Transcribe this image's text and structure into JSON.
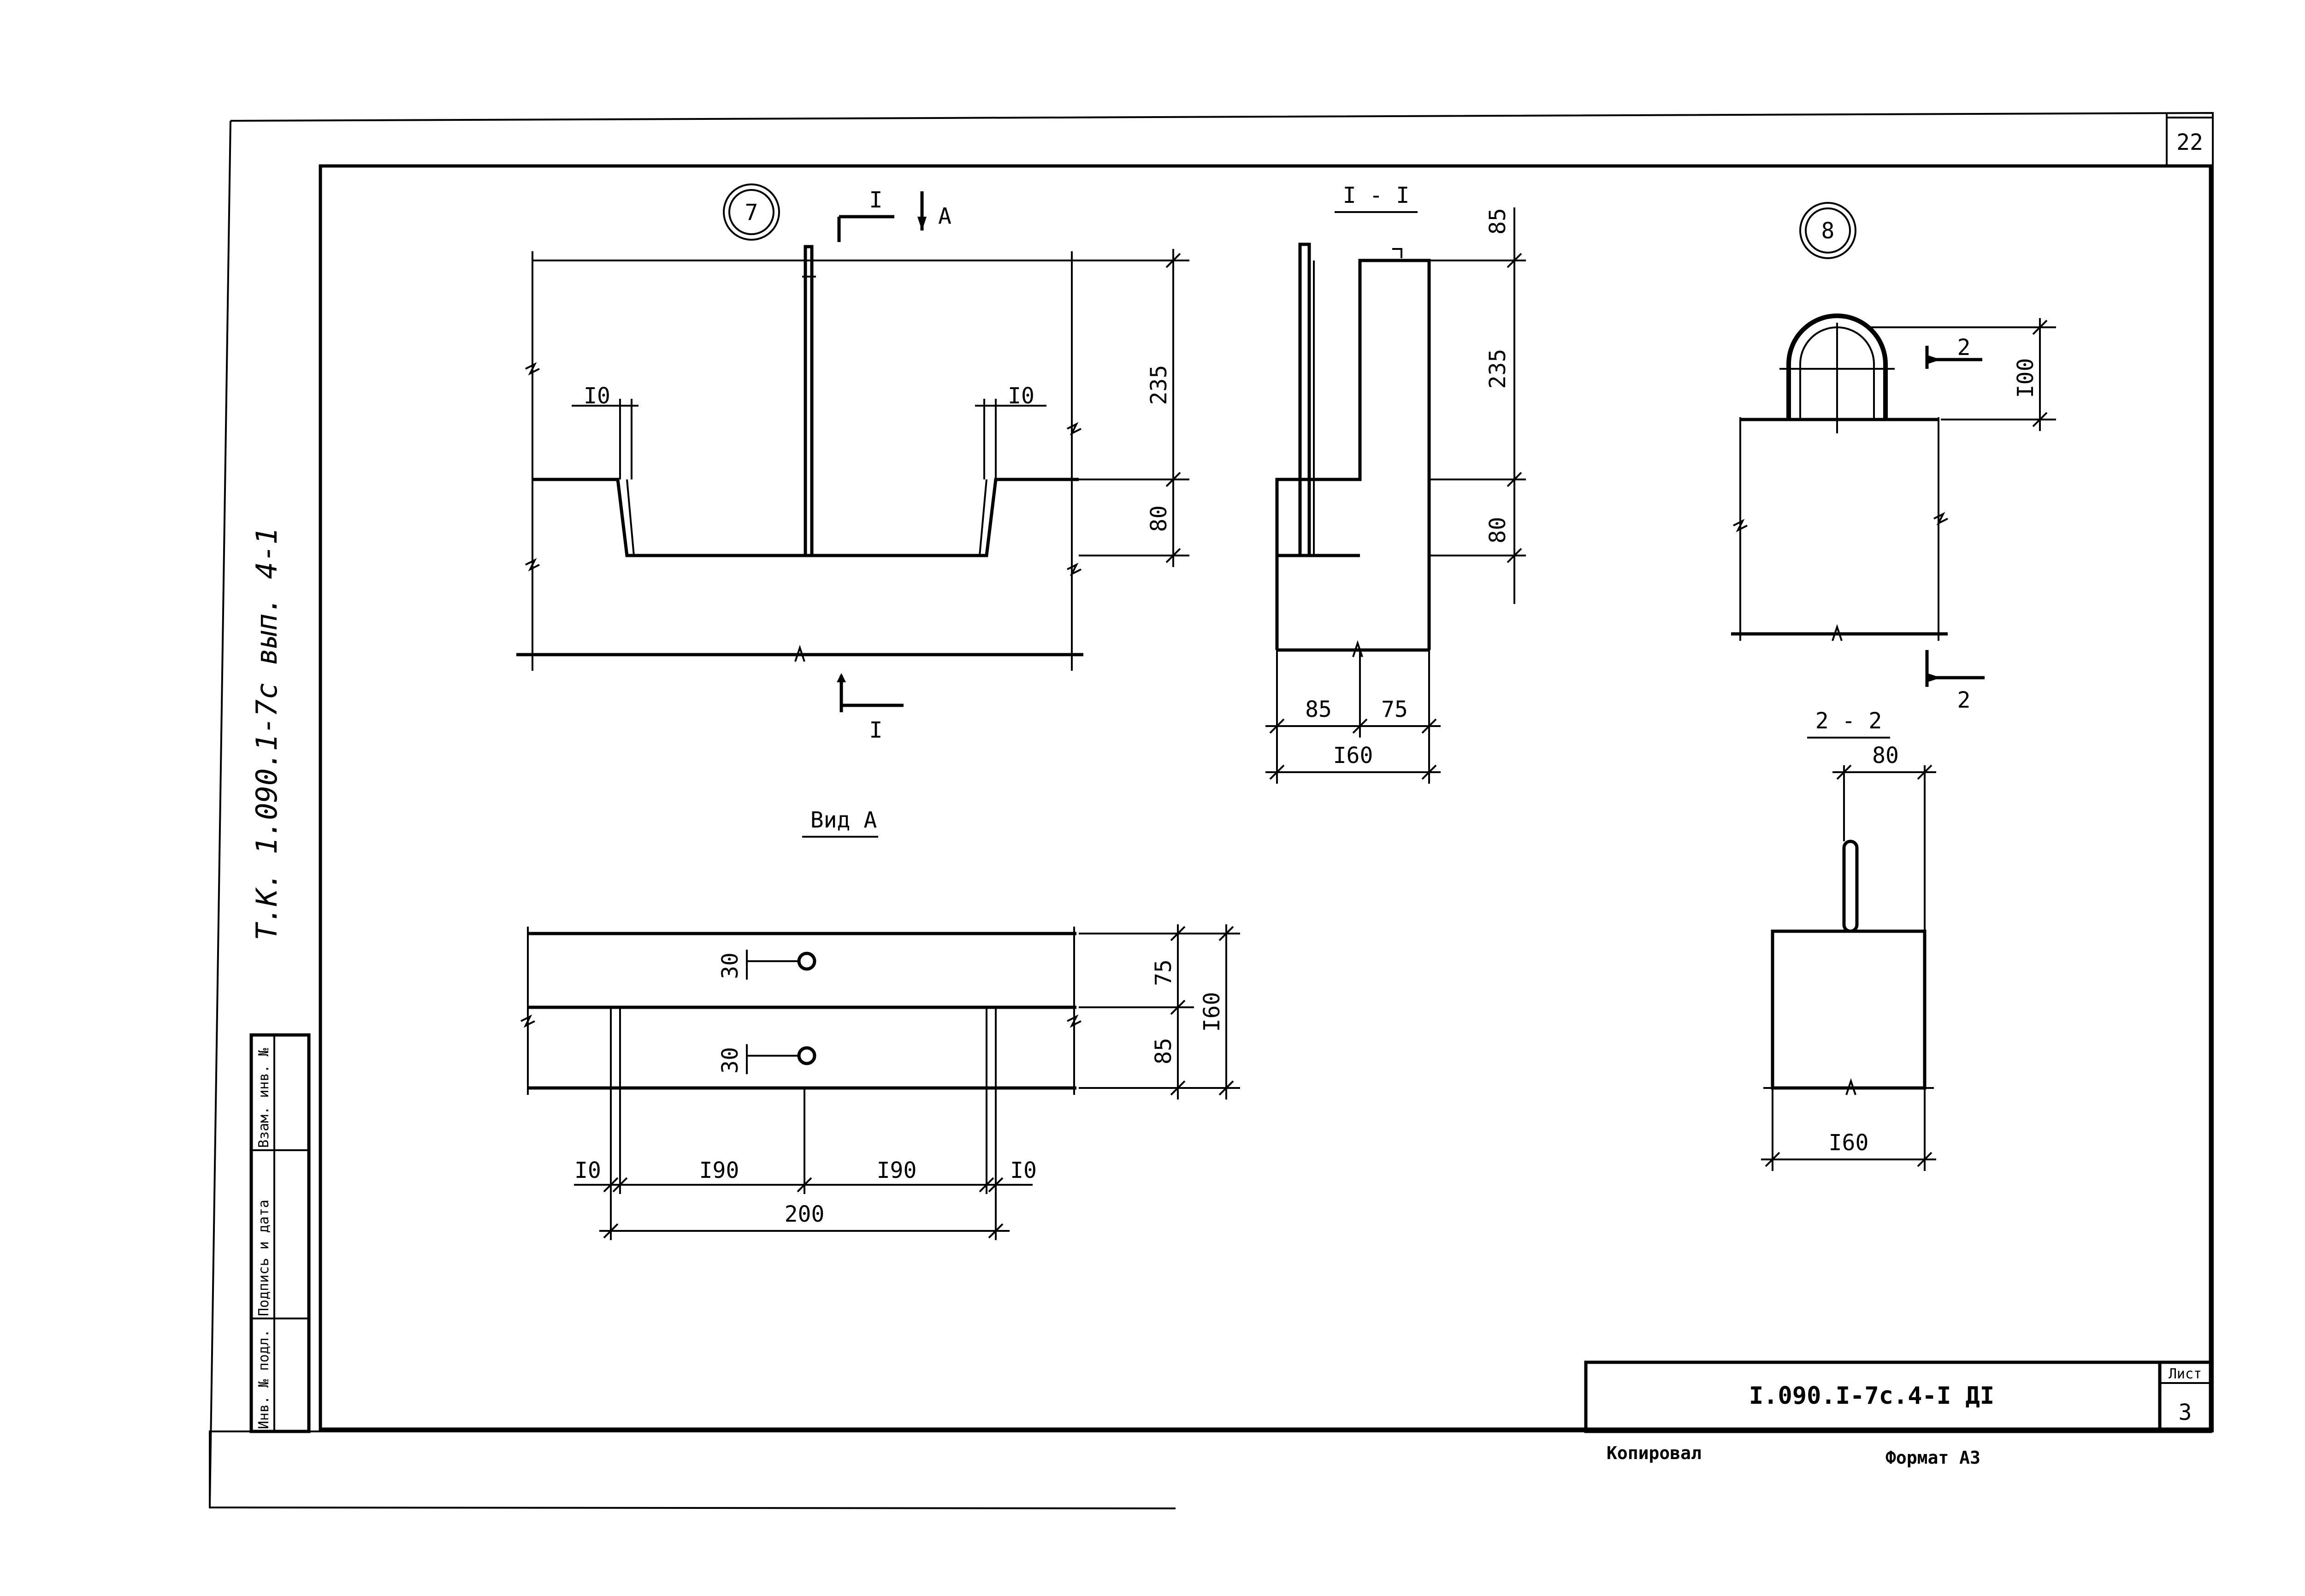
{
  "sheet": {
    "page_corner": "22",
    "side_code": "Т.К. 1.090.1-7с  вып. 4-1",
    "doc_code": "I.090.I-7c.4-I ДI",
    "list_label": "Лист",
    "list_number": "3",
    "copied_label": "Копировал",
    "format_label": "Формат А3",
    "sidebar": {
      "inv_label": "Инв. № подл.",
      "sign_label": "Подпись и дата",
      "vzam_label": "Взам. инв. №"
    }
  },
  "view7": {
    "marker": "7",
    "cut_label": "I",
    "view_arrow_label": "А",
    "dim_235": "235",
    "dim_80": "80",
    "dim_10_left": "I0",
    "dim_10_right": "I0",
    "cut_label_bottom": "I"
  },
  "section11": {
    "title": "I - I",
    "dim_85_top": "85",
    "dim_235": "235",
    "dim_80": "80",
    "dim_85": "85",
    "dim_75": "75",
    "dim_160": "I60"
  },
  "viewA": {
    "title": "Вид А",
    "dim_30_top": "30",
    "dim_30_bottom": "30",
    "dim_75": "75",
    "dim_85": "85",
    "dim_160": "I60",
    "dim_10_left": "I0",
    "dim_190_left": "I90",
    "dim_190_right": "I90",
    "dim_10_right": "I0",
    "dim_200": "200"
  },
  "view8": {
    "marker": "8",
    "cut_label": "2",
    "dim_100": "I00",
    "cut_label_bottom": "2"
  },
  "section22": {
    "title": "2 - 2",
    "dim_80": "80",
    "dim_160": "I60"
  }
}
